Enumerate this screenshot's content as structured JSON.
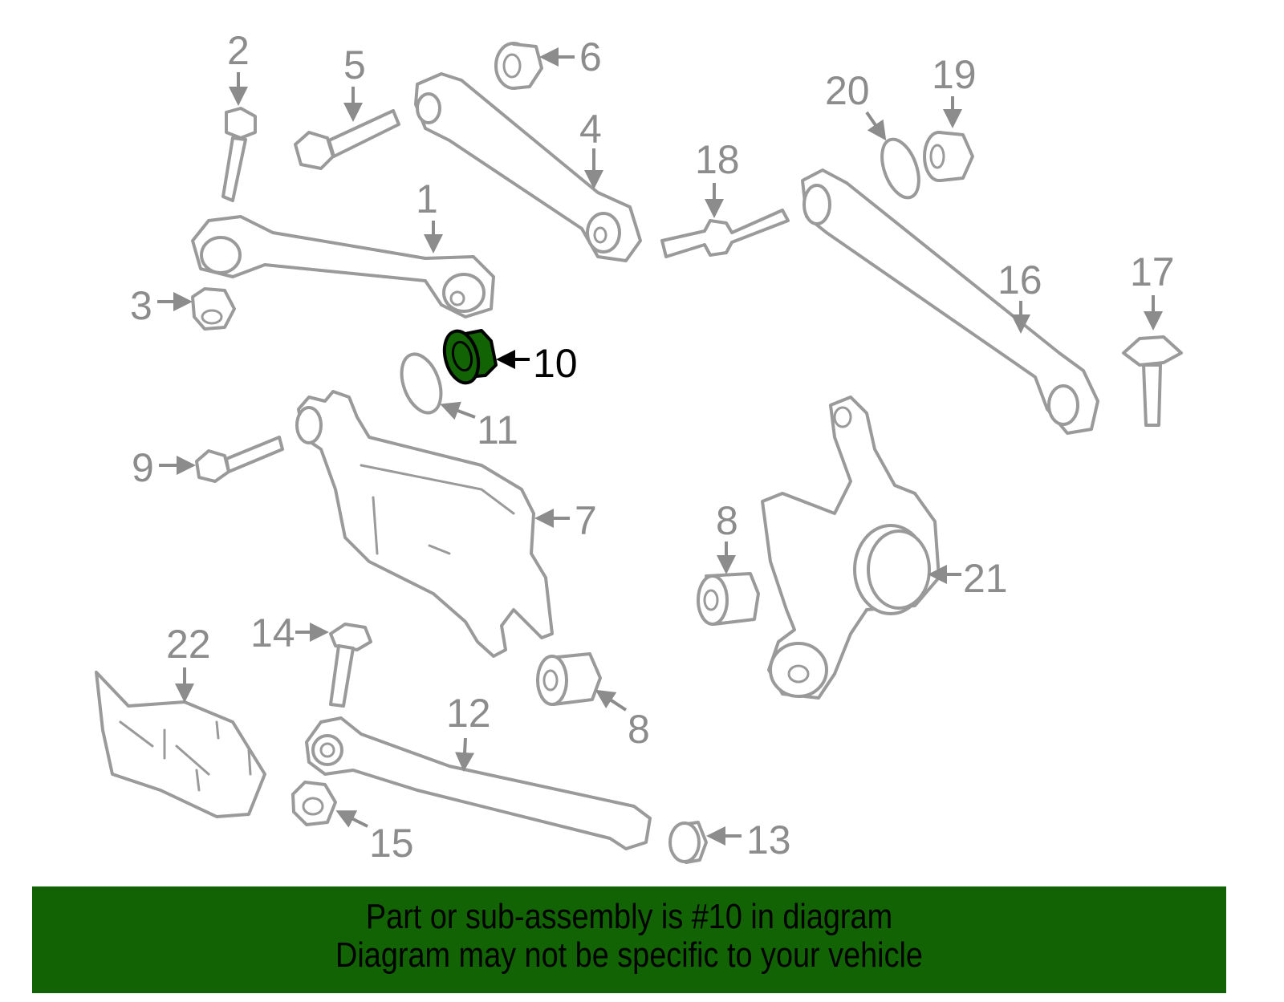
{
  "diagram": {
    "highlighted_part": "10",
    "highlight_color": "#126304",
    "callouts": [
      {
        "label": "1"
      },
      {
        "label": "2"
      },
      {
        "label": "3"
      },
      {
        "label": "4"
      },
      {
        "label": "5"
      },
      {
        "label": "6"
      },
      {
        "label": "7"
      },
      {
        "label": "8"
      },
      {
        "label": "8"
      },
      {
        "label": "9"
      },
      {
        "label": "10"
      },
      {
        "label": "11"
      },
      {
        "label": "12"
      },
      {
        "label": "13"
      },
      {
        "label": "14"
      },
      {
        "label": "15"
      },
      {
        "label": "16"
      },
      {
        "label": "17"
      },
      {
        "label": "18"
      },
      {
        "label": "19"
      },
      {
        "label": "20"
      },
      {
        "label": "21"
      },
      {
        "label": "22"
      }
    ]
  },
  "banner": {
    "line1": "Part or sub-assembly is #10 in diagram",
    "line2": "Diagram may not be specific to your vehicle",
    "color": "#126304"
  }
}
